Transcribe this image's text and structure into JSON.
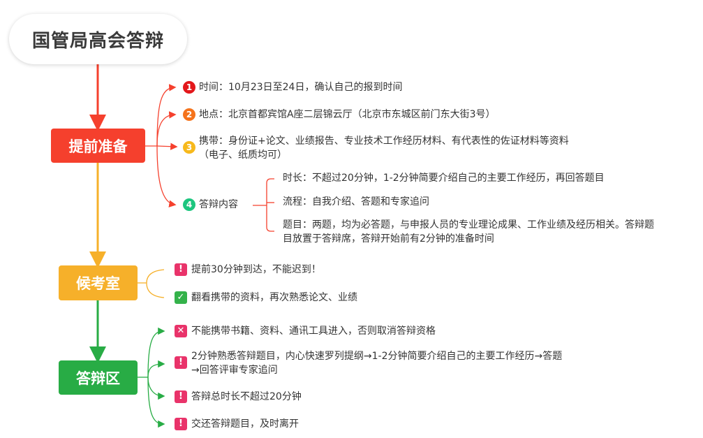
{
  "root": {
    "title": "国管局高会答辩"
  },
  "topics": [
    {
      "label": "提前准备",
      "color": "#f5402d"
    },
    {
      "label": "候考室",
      "color": "#f6b02a"
    },
    {
      "label": "答辩区",
      "color": "#28ac45"
    }
  ],
  "prep": {
    "items": [
      {
        "marker": "1",
        "text": "时间：10月23日至24日，确认自己的报到时间"
      },
      {
        "marker": "2",
        "text": "地点：北京首都宾馆A座二层锦云厅（北京市东城区前门东大街3号）"
      },
      {
        "marker": "3",
        "text": "携带：身份证+论文、业绩报告、专业技术工作经历材料、有代表性的佐证材料等资料",
        "text2": "（电子、纸质均可）"
      },
      {
        "marker": "4",
        "text": "答辩内容"
      }
    ],
    "content_details": [
      {
        "text": "时长：不超过20分钟，1-2分钟简要介绍自己的主要工作经历，再回答题目"
      },
      {
        "text": "流程：自我介绍、答题和专家追问"
      },
      {
        "text": "题目：两题，均为必答题，与申报人员的专业理论成果、工作业绩及经历相关。答辩题",
        "text2": "目放置于答辩席，答辩开始前有2分钟的准备时间"
      }
    ]
  },
  "waiting": {
    "items": [
      {
        "icon": "exclamation-icon",
        "glyph": "!",
        "text": "提前30分钟到达，不能迟到！"
      },
      {
        "icon": "check-icon",
        "glyph": "✓",
        "text": "翻看携带的资料，再次熟悉论文、业绩"
      }
    ]
  },
  "defense": {
    "items": [
      {
        "icon": "cross-icon",
        "glyph": "✕",
        "text": "不能携带书籍、资料、通讯工具进入，否则取消答辩资格"
      },
      {
        "icon": "exclamation-icon",
        "glyph": "!",
        "text": "2分钟熟悉答辩题目，内心快速罗列提纲→1-2分钟简要介绍自己的主要工作经历→答题",
        "text2": "→回答评审专家追问"
      },
      {
        "icon": "exclamation-icon",
        "glyph": "!",
        "text": "答辩总时长不超过20分钟"
      },
      {
        "icon": "exclamation-icon",
        "glyph": "!",
        "text": "交还答辩题目，及时离开"
      }
    ]
  }
}
